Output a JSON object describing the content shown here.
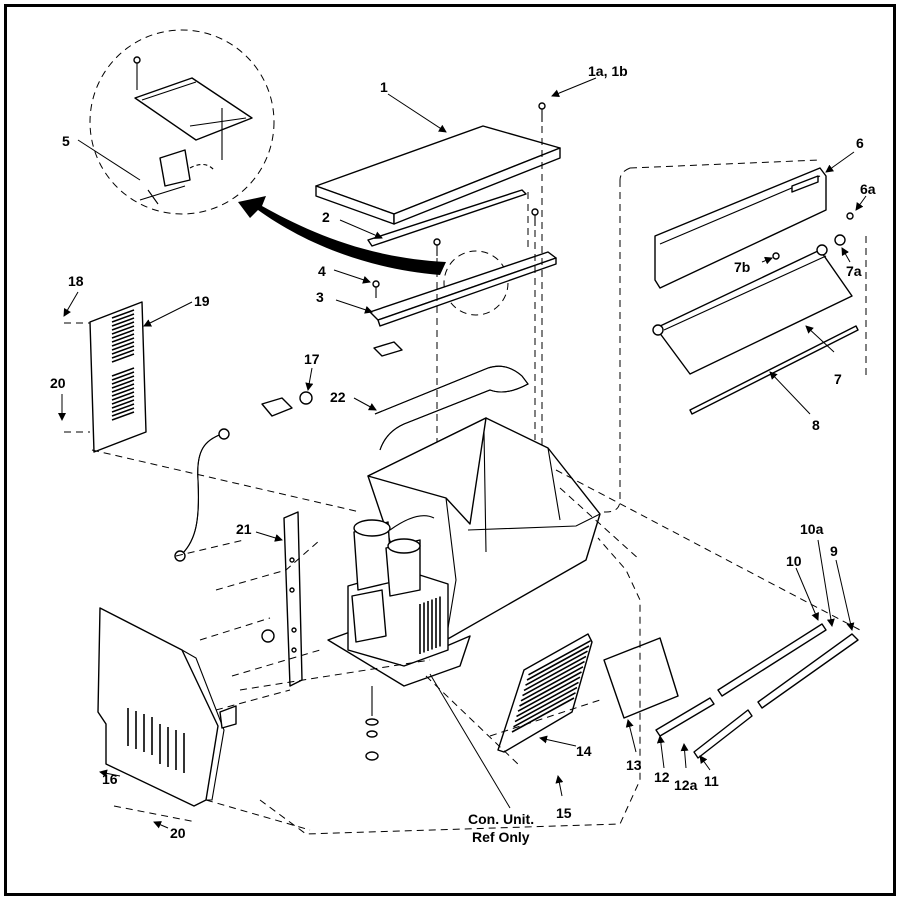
{
  "diagram": {
    "callouts": [
      {
        "id": "1",
        "text": "1"
      },
      {
        "id": "1ab",
        "text": "1a, 1b"
      },
      {
        "id": "2",
        "text": "2"
      },
      {
        "id": "3",
        "text": "3"
      },
      {
        "id": "4",
        "text": "4"
      },
      {
        "id": "5",
        "text": "5"
      },
      {
        "id": "6",
        "text": "6"
      },
      {
        "id": "6a",
        "text": "6a"
      },
      {
        "id": "7",
        "text": "7"
      },
      {
        "id": "7a",
        "text": "7a"
      },
      {
        "id": "7b",
        "text": "7b"
      },
      {
        "id": "8",
        "text": "8"
      },
      {
        "id": "9",
        "text": "9"
      },
      {
        "id": "10",
        "text": "10"
      },
      {
        "id": "10a",
        "text": "10a"
      },
      {
        "id": "11",
        "text": "11"
      },
      {
        "id": "12",
        "text": "12"
      },
      {
        "id": "12a",
        "text": "12a"
      },
      {
        "id": "13",
        "text": "13"
      },
      {
        "id": "14",
        "text": "14"
      },
      {
        "id": "15",
        "text": "15"
      },
      {
        "id": "16",
        "text": "16"
      },
      {
        "id": "17",
        "text": "17"
      },
      {
        "id": "18",
        "text": "18"
      },
      {
        "id": "19",
        "text": "19"
      },
      {
        "id": "20a",
        "text": "20"
      },
      {
        "id": "20b",
        "text": "20"
      },
      {
        "id": "21",
        "text": "21"
      },
      {
        "id": "22",
        "text": "22"
      }
    ],
    "note": {
      "line1": "Con. Unit.",
      "line2": "Ref Only"
    }
  }
}
